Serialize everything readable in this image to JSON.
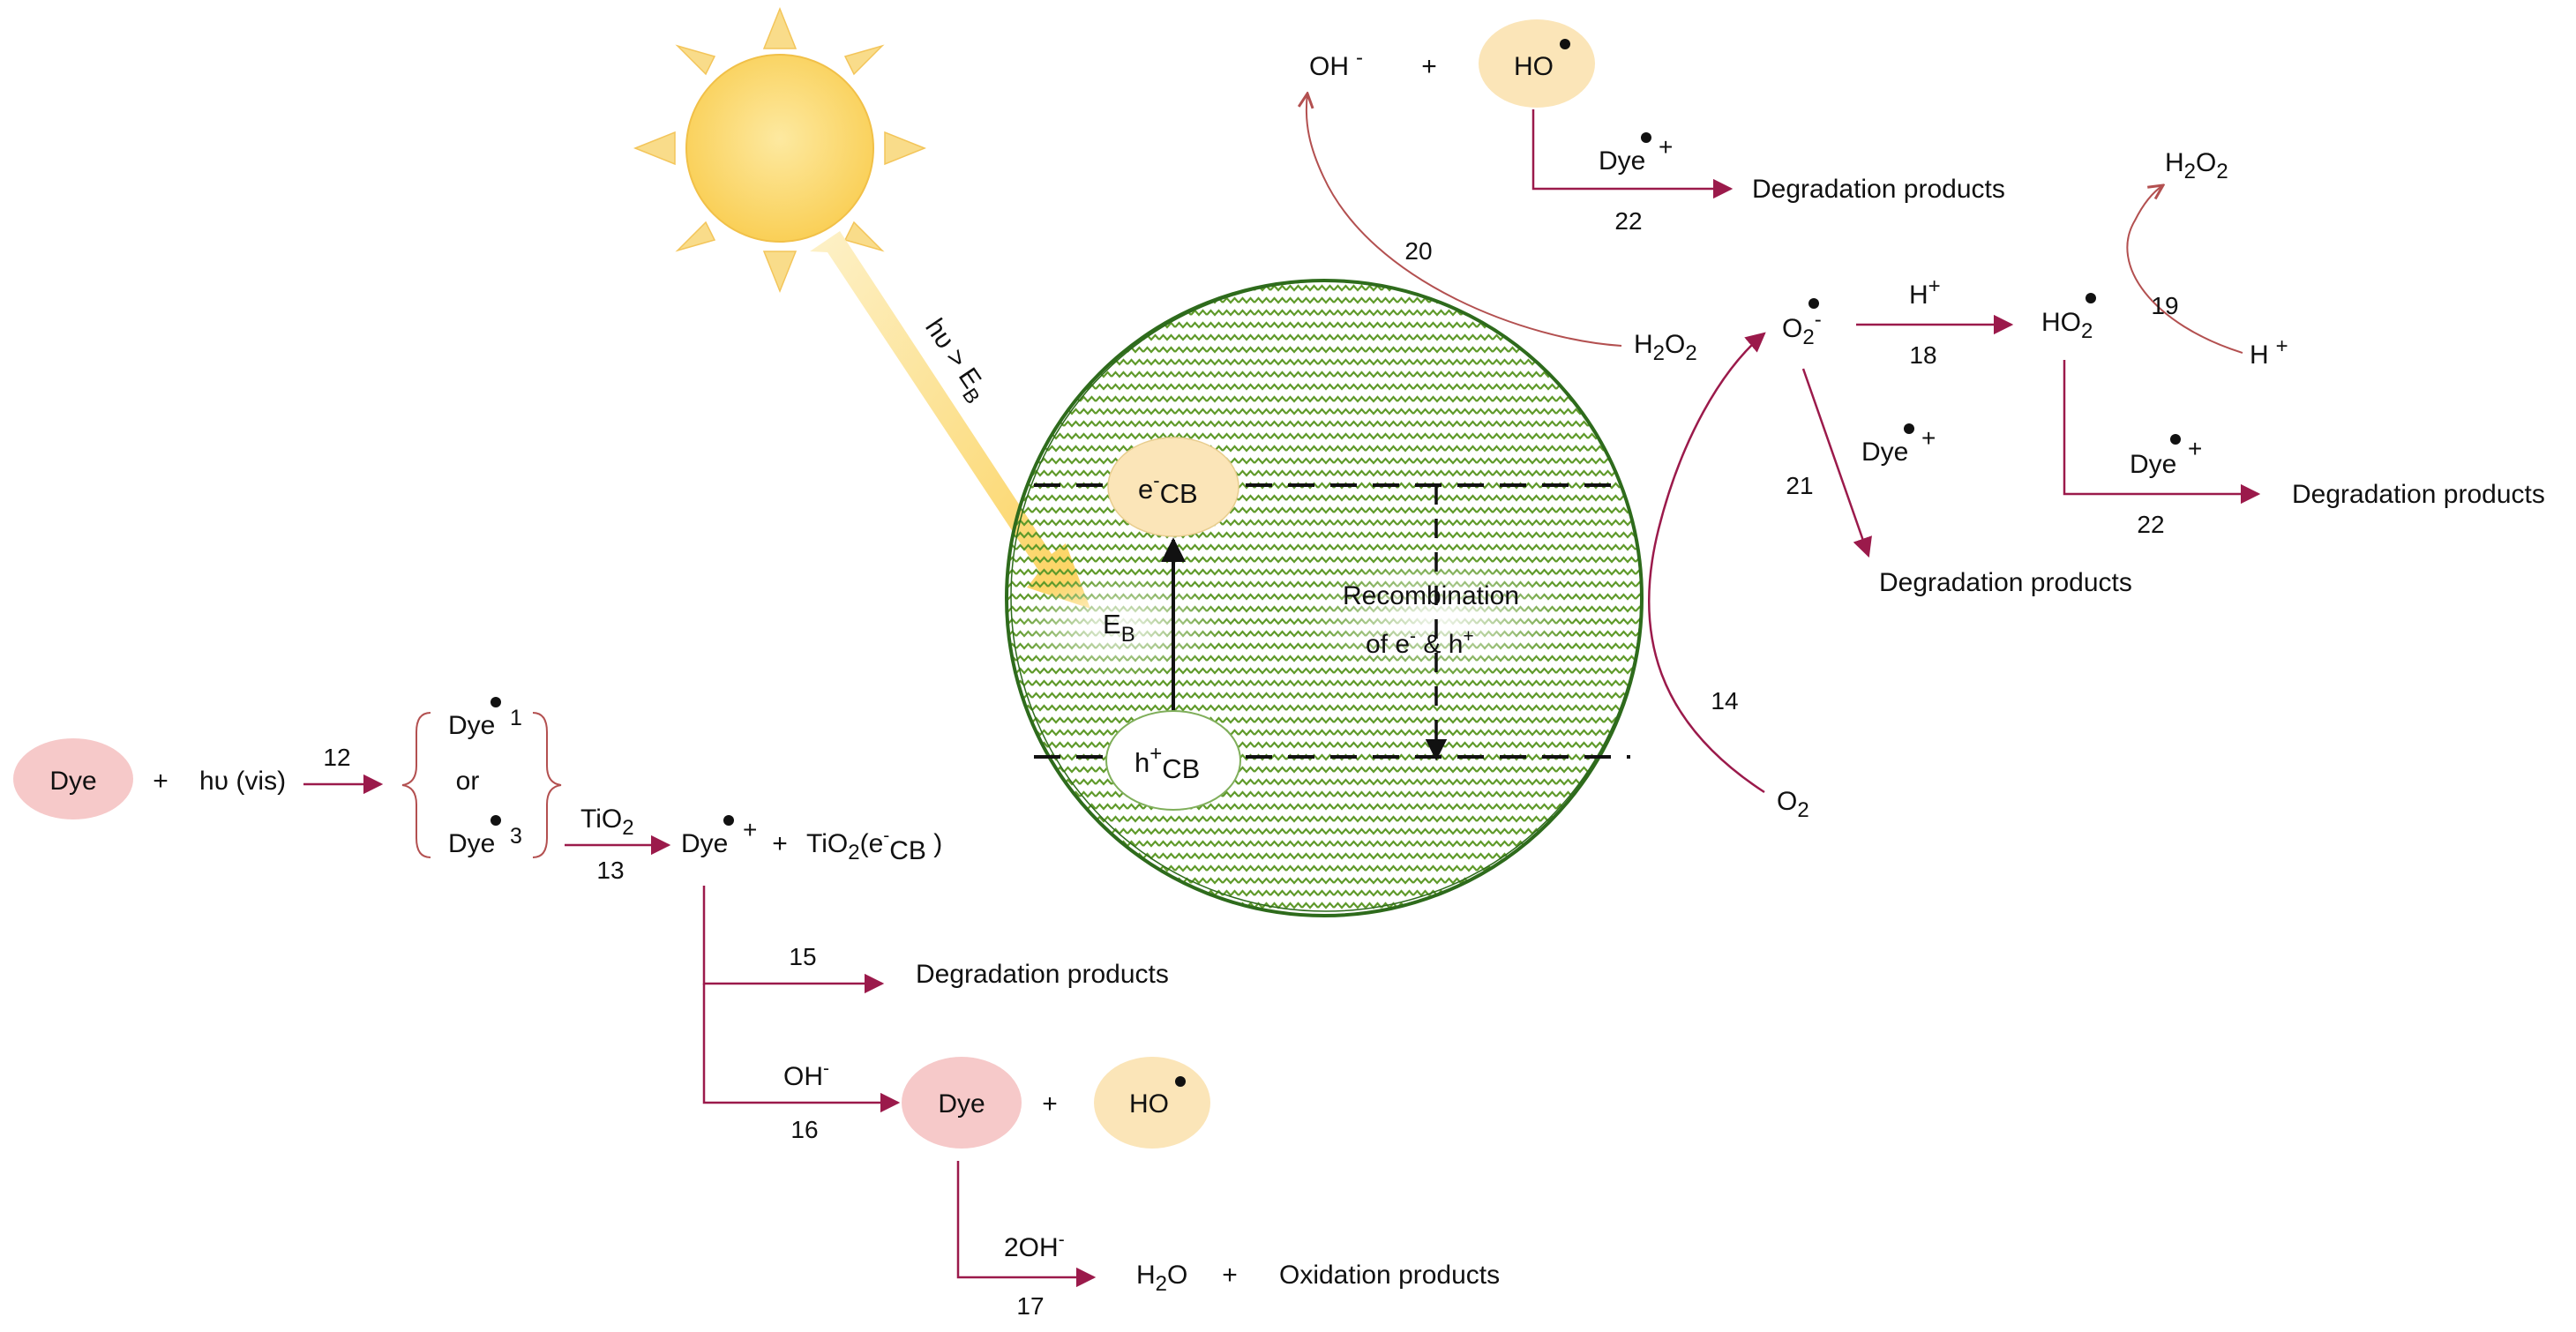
{
  "colors": {
    "arrow": "#9b1a4b",
    "arrow_light": "#b35050",
    "particle_outline": "#2e6b1c",
    "particle_pattern": "#5f9a2a",
    "dye_oval": "#f6c9c9",
    "radical_oval": "#fbe5b8",
    "sun_fill": "#fbd25e",
    "sun_ray": "#f9dc8a",
    "beam": "#fbd35a",
    "band_line": "#111111"
  },
  "icons": {
    "sun": "sun-icon"
  },
  "reactions": {
    "r12": "12",
    "r13": "13",
    "r14": "14",
    "r15": "15",
    "r16": "16",
    "r17": "17",
    "r18": "18",
    "r19": "19",
    "r20": "20",
    "r21": "21",
    "r22": "22"
  },
  "left": {
    "dye": "Dye",
    "plus": "+",
    "photon": "hυ (vis)",
    "dye_excited": "Dye",
    "state_1": "1",
    "or": "or",
    "state_3": "3",
    "tio2_base": "TiO",
    "tio2_sub": "2",
    "dye_radical": "Dye",
    "plus_sign": "+",
    "tio2_ecb_base": "TiO",
    "tio2_ecb_sub": "2",
    "tio2_ecb_e": "(e",
    "tio2_ecb_minus": "-",
    "tio2_ecb_cb": "CB",
    "tio2_ecb_close": " )",
    "degradation": "Degradation products",
    "oh_base": "OH",
    "oh_minus": "-",
    "dye2": "Dye",
    "ho_radical": "HO",
    "two_oh_base": "2OH",
    "h2o_h": "H",
    "h2o_sub": "2",
    "h2o_o": "O",
    "oxidation": "Oxidation products"
  },
  "particle": {
    "beam_label": "hυ > E",
    "beam_label_sub": "B",
    "ecb_e": "e",
    "ecb_minus": "-",
    "ecb_cb": "CB",
    "hcb_h": "h",
    "hcb_plus": "+",
    "hcb_cb": "CB",
    "eb_e": "E",
    "eb_sub": "B",
    "recombination_line1": "Recombination",
    "recombination_line2_a": "of e",
    "recombination_line2_minus": "-",
    "recombination_line2_b": " & h",
    "recombination_line2_plus": "+"
  },
  "right": {
    "oh_base": "OH",
    "oh_minus": "-",
    "ho_radical": "HO",
    "dye_radical": "Dye",
    "dye_plus": "+",
    "degradation": "Degradation products",
    "h2o2_h": "H",
    "h2o2_sub1": "2",
    "h2o2_o": "O",
    "h2o2_sub2": "2",
    "o2_base": "O",
    "o2_sub": "2",
    "o2_minus": "-",
    "h_plus_base": "H",
    "h_plus_sup": "+",
    "ho2_base": "HO",
    "ho2_sub": "2",
    "o2_bottom_base": "O",
    "o2_bottom_sub": "2"
  }
}
